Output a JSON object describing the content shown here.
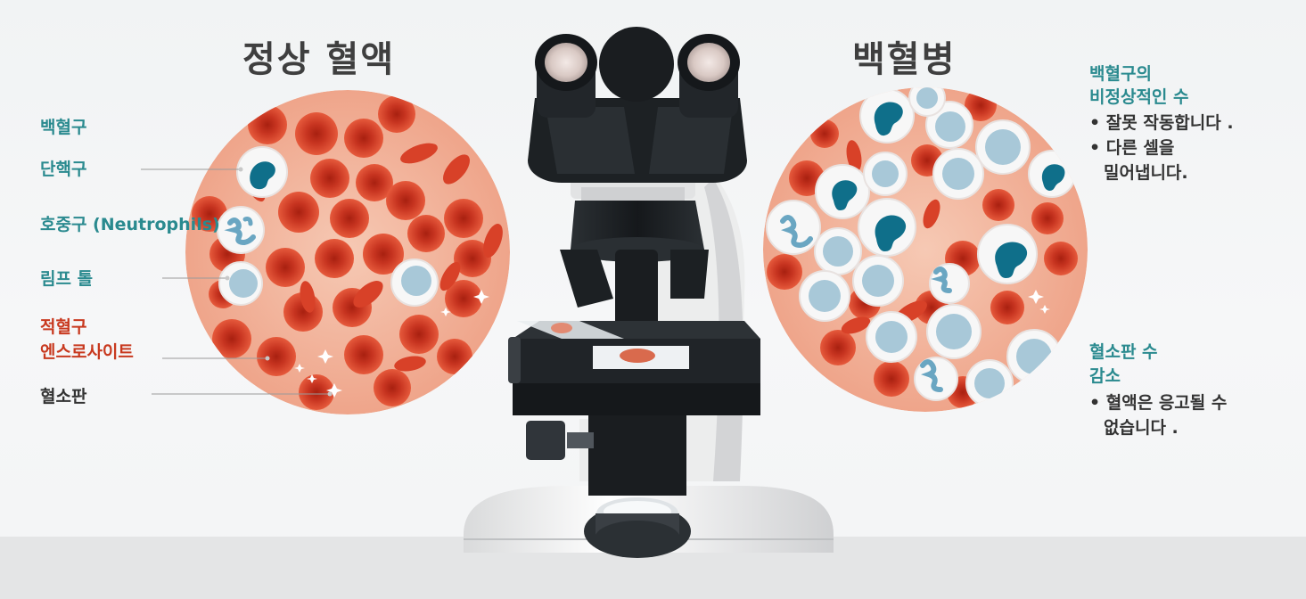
{
  "titles": {
    "normal": "정상 혈액",
    "leukemia": "백혈병"
  },
  "normal_labels": {
    "wbc": "백혈구",
    "monocyte": "단핵구",
    "neutrophil": "호중구 (Neutrophils)",
    "lymph": "림프 톨",
    "rbc_line1": "적혈구",
    "rbc_line2": "엔스로사이트",
    "platelet": "혈소판"
  },
  "leukemia_notes": {
    "wbc_heading_1": "백혈구의",
    "wbc_heading_2": "비정상적인 수",
    "wbc_bullet_1": "• 잘못 작동합니다 .",
    "wbc_bullet_2a": "• 다른 셀을",
    "wbc_bullet_2b": "밀어냅니다.",
    "plt_heading_1": "혈소판 수",
    "plt_heading_2": "감소",
    "plt_bullet_a": "• 혈액은 응고될 수",
    "plt_bullet_b": "없습니다 ."
  },
  "colors": {
    "teal_label": "#2a8a8f",
    "red_label": "#c8391f",
    "rbc": "#d8442a",
    "plasma": "#f2b8a0",
    "nucleus": "#0f6f8a",
    "microscope_body": "#1f2326"
  }
}
